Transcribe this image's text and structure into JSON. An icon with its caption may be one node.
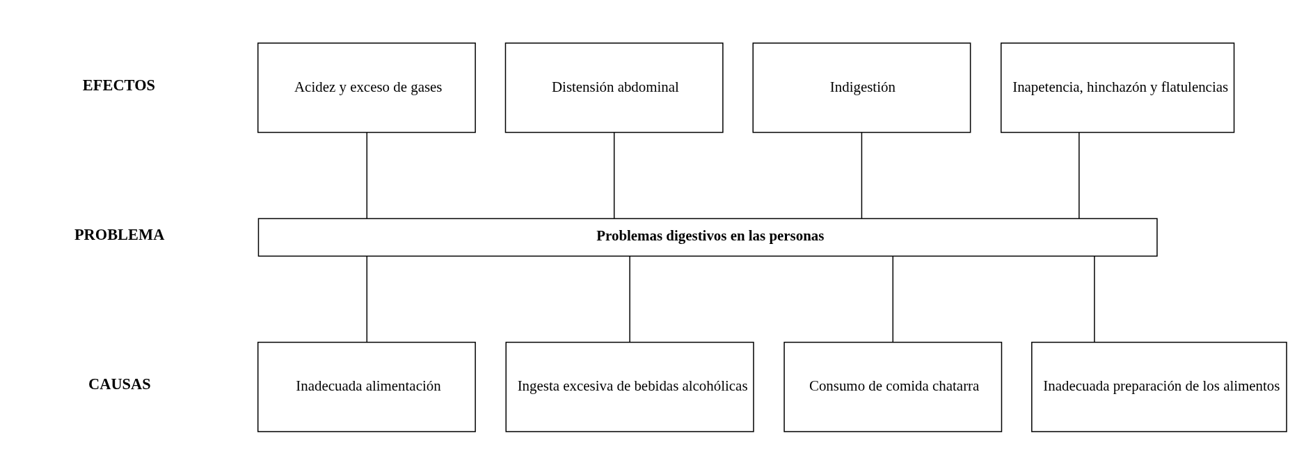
{
  "diagram": {
    "nodes": [
      {
        "text": [
          "Acidez y exceso de gases"
        ]
      },
      {
        "text": [
          "Distensión abdominal"
        ]
      },
      {
        "text": [
          "Indigestión"
        ]
      },
      {
        "text": [
          "Inapetencia, hinchazón y flatulencias"
        ]
      },
      {
        "text": [
          "Problemas digestivos en las personas"
        ]
      },
      {
        "text": [
          "Inadecuada alimentación"
        ]
      },
      {
        "text": [
          "Ingesta excesiva de bebidas alcohólicas"
        ]
      },
      {
        "text": [
          "Consumo de comida chatarra"
        ]
      },
      {
        "text": [
          "Inadecuada preparación de los alimentos"
        ]
      }
    ],
    "edges": [
      {
        "from": 0,
        "to": 4,
        "arrow": "none"
      },
      {
        "from": 1,
        "to": 4,
        "arrow": "none"
      },
      {
        "from": 2,
        "to": 4,
        "arrow": "none"
      },
      {
        "from": 3,
        "to": 4,
        "arrow": "none"
      },
      {
        "from": 4,
        "to": 5,
        "arrow": "none"
      },
      {
        "from": 4,
        "to": 6,
        "arrow": "none"
      },
      {
        "from": 4,
        "to": 7,
        "arrow": "none"
      },
      {
        "from": 4,
        "to": 8,
        "arrow": "none"
      }
    ],
    "labels": [
      "EFECTOS",
      "PROBLEMA",
      "CAUSAS"
    ]
  }
}
